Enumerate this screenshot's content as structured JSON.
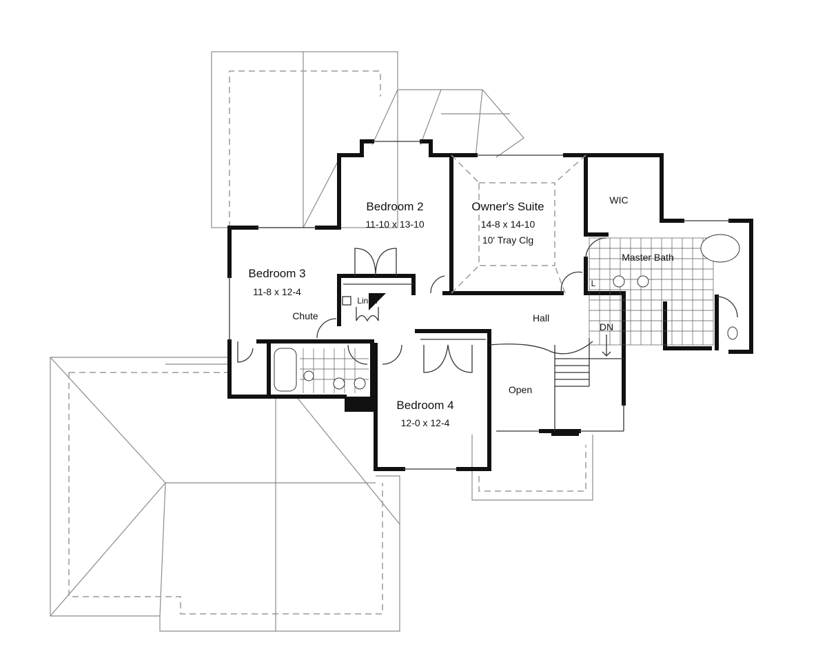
{
  "plan": {
    "rooms": [
      {
        "name": "Bedroom 2",
        "size": "11-10 x 13-10"
      },
      {
        "name": "Owner's Suite",
        "size": "14-8 x 14-10",
        "note": "10' Tray Clg"
      },
      {
        "name": "WIC"
      },
      {
        "name": "Master Bath"
      },
      {
        "name": "Bedroom 3",
        "size": "11-8 x 12-4"
      },
      {
        "name": "Bedroom 4",
        "size": "12-0 x 12-4"
      },
      {
        "name": "Hall"
      },
      {
        "name": "Open"
      }
    ],
    "labels": {
      "linen": "Linen",
      "chute": "Chute",
      "stairs_down": "DN",
      "linen_cabinet": "L"
    }
  },
  "colors": {
    "wall": "#111111",
    "roof": "#8a8a8a"
  }
}
